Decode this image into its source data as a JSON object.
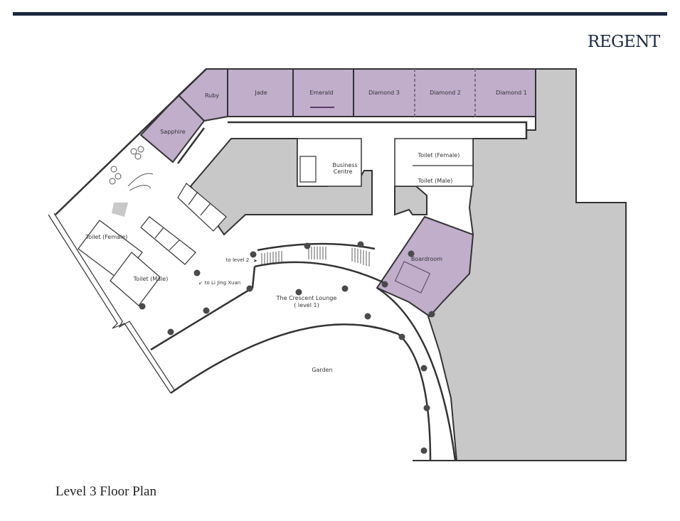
{
  "header": {
    "brand": "REGENT"
  },
  "caption": "Level 3 Floor Plan",
  "rooms": {
    "ruby": "Ruby",
    "jade": "Jade",
    "emerald": "Emerald",
    "diamond3": "Diamond 3",
    "diamond2": "Diamond 2",
    "diamond1": "Diamond 1",
    "sapphire": "Sapphire",
    "business_centre_1": "Business",
    "business_centre_2": "Centre",
    "toilet_female_right": "Toilet (Female)",
    "toilet_male_right": "Toilet (Male)",
    "toilet_female_left": "Toilet (Female)",
    "toilet_male_left": "Toilet (Male)",
    "boardroom": "Boardroom",
    "lounge_1": "The Crescent Lounge",
    "lounge_2": "( level 1)",
    "garden": "Garden"
  },
  "directions": {
    "to_level_2": "to level 2",
    "to_li_jing_xuan": "to Li Jing Xuan"
  },
  "colors": {
    "function_room": "#c0aecb",
    "back_of_house": "#c8c8c8",
    "brand": "#1c2841"
  }
}
